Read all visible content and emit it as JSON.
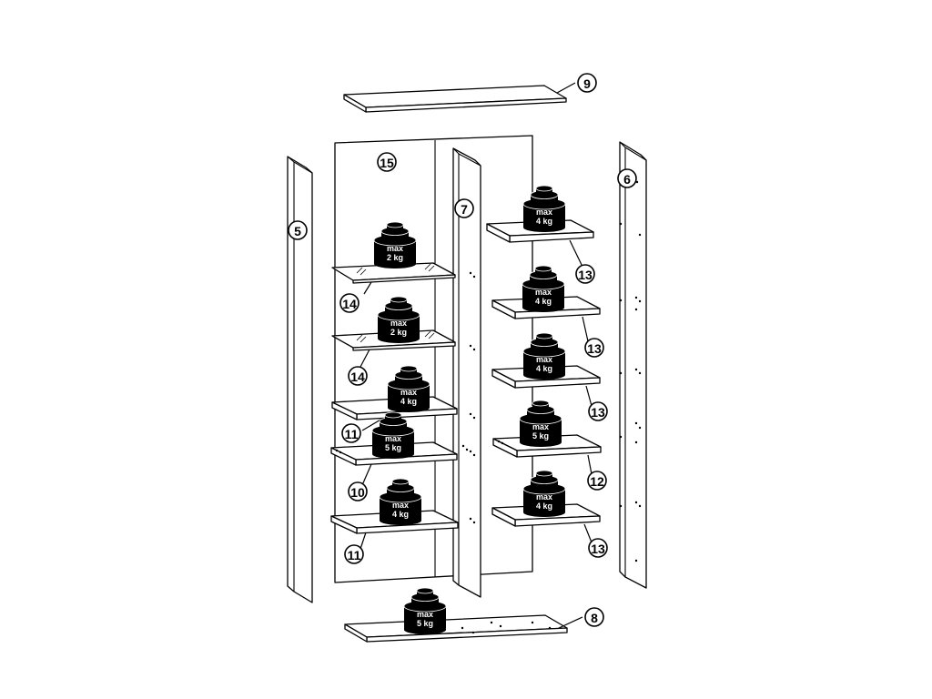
{
  "diagram": {
    "callouts": [
      {
        "id": "p9",
        "label": "9"
      },
      {
        "id": "p15",
        "label": "15"
      },
      {
        "id": "p5",
        "label": "5"
      },
      {
        "id": "p7",
        "label": "7"
      },
      {
        "id": "p6",
        "label": "6"
      },
      {
        "id": "p14a",
        "label": "14"
      },
      {
        "id": "p14b",
        "label": "14"
      },
      {
        "id": "p11a",
        "label": "11"
      },
      {
        "id": "p10",
        "label": "10"
      },
      {
        "id": "p11b",
        "label": "11"
      },
      {
        "id": "p13a",
        "label": "13"
      },
      {
        "id": "p13b",
        "label": "13"
      },
      {
        "id": "p13c",
        "label": "13"
      },
      {
        "id": "p12",
        "label": "12"
      },
      {
        "id": "p13d",
        "label": "13"
      },
      {
        "id": "p8",
        "label": "8"
      }
    ],
    "weights": [
      {
        "id": "w1",
        "line1": "max",
        "line2": "2 kg"
      },
      {
        "id": "w2",
        "line1": "max",
        "line2": "2 kg"
      },
      {
        "id": "w3",
        "line1": "max",
        "line2": "4 kg"
      },
      {
        "id": "w4",
        "line1": "max",
        "line2": "5 kg"
      },
      {
        "id": "w5",
        "line1": "max",
        "line2": "4 kg"
      },
      {
        "id": "w6",
        "line1": "max",
        "line2": "4 kg"
      },
      {
        "id": "w7",
        "line1": "max",
        "line2": "4 kg"
      },
      {
        "id": "w8",
        "line1": "max",
        "line2": "4 kg"
      },
      {
        "id": "w9",
        "line1": "max",
        "line2": "5 kg"
      },
      {
        "id": "w10",
        "line1": "max",
        "line2": "4 kg"
      },
      {
        "id": "w11",
        "line1": "max",
        "line2": "5 kg"
      }
    ]
  }
}
